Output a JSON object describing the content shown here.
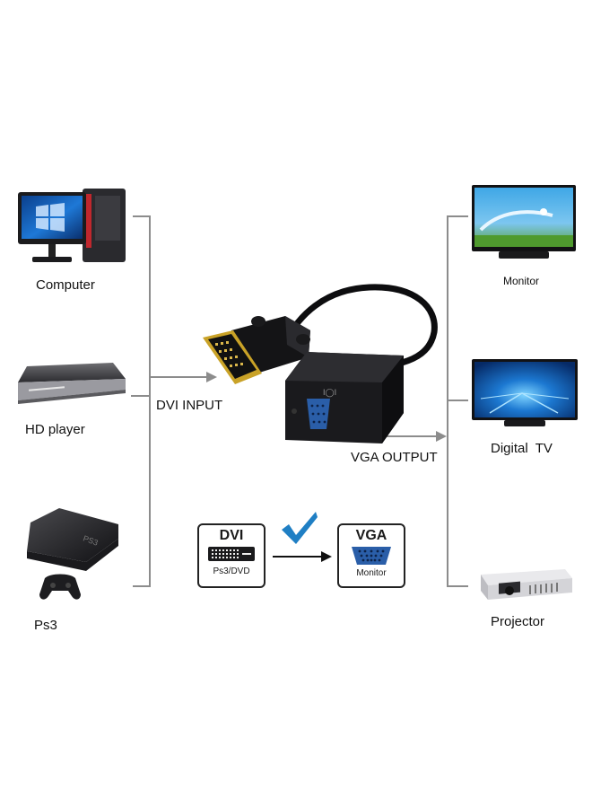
{
  "sources": [
    {
      "label": "Computer",
      "icon": "computer-icon"
    },
    {
      "label": "HD player",
      "icon": "hd-player-icon"
    },
    {
      "label": "Ps3",
      "icon": "ps3-icon"
    }
  ],
  "outputs": [
    {
      "label": "Monitor",
      "icon": "monitor-icon"
    },
    {
      "label": "Digital  TV",
      "icon": "tv-icon"
    },
    {
      "label": "Projector",
      "icon": "projector-icon"
    }
  ],
  "input_label": "DVI INPUT",
  "output_label": "VGA OUTPUT",
  "dvi_box": {
    "title": "DVI",
    "caption": "Ps3/DVD"
  },
  "vga_box": {
    "title": "VGA",
    "caption": "Monitor"
  },
  "colors": {
    "line": "#8c8c8c",
    "check": "#1f7fc4",
    "vga_port": "#2a5ea8",
    "dvi_gold": "#c9a227"
  }
}
